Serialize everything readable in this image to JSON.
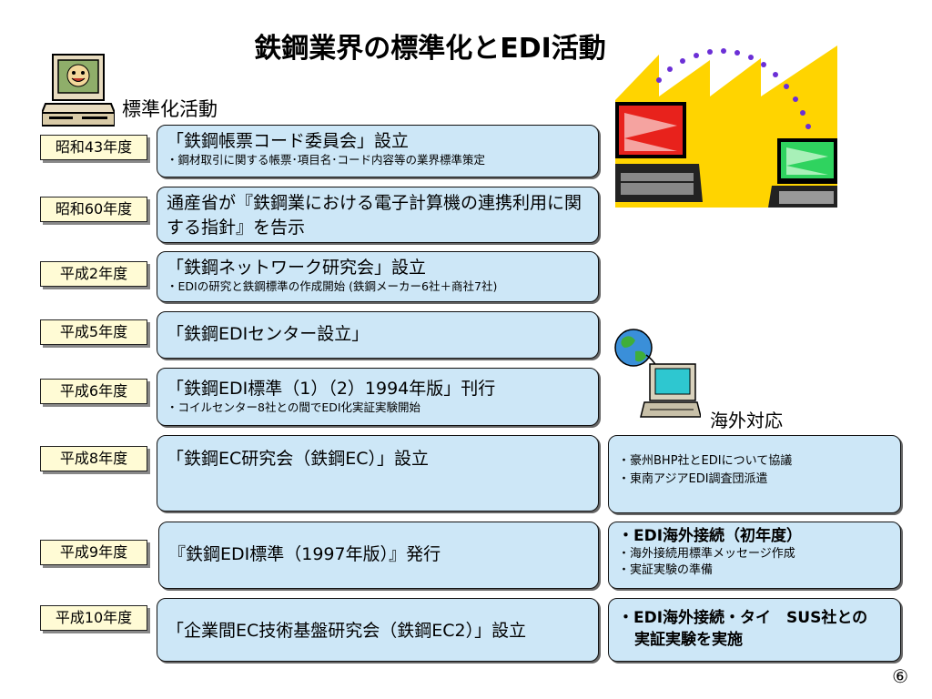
{
  "title": "鉄鋼業界の標準化とEDI活動",
  "left_heading": "標準化活動",
  "right_heading": "海外対応",
  "timeline": [
    {
      "year": "昭和43年度",
      "main": "「鉄鋼帳票コード委員会」設立",
      "sub": "・鋼材取引に関する帳票･項目名･コード内容等の業界標準策定"
    },
    {
      "year": "昭和60年度",
      "main": "通産省が『鉄鋼業における電子計算機の連携利用に関する指針』を告示",
      "sub": ""
    },
    {
      "year": "平成2年度",
      "main": "「鉄鋼ネットワーク研究会」設立",
      "sub": "・EDIの研究と鉄鋼標準の作成開始 (鉄鋼メーカー6社＋商社7社)"
    },
    {
      "year": "平成5年度",
      "main": "「鉄鋼EDIセンター設立」",
      "sub": ""
    },
    {
      "year": "平成6年度",
      "main": "「鉄鋼EDI標準（1）（2）1994年版」刊行",
      "sub": "・コイルセンター8社との間でEDI化実証実験開始"
    },
    {
      "year": "平成8年度",
      "main": "「鉄鋼EC研究会（鉄鋼EC）」設立",
      "sub": ""
    },
    {
      "year": "平成9年度",
      "main": "『鉄鋼EDI標準（1997年版）』発行",
      "sub": ""
    },
    {
      "year": "平成10年度",
      "main": "「企業間EC技術基盤研究会（鉄鋼EC2）」設立",
      "sub": ""
    }
  ],
  "overseas": [
    {
      "headline": "",
      "lines": [
        "・豪州BHP社とEDIについて協議",
        "・東南アジアEDI調査団派遣"
      ]
    },
    {
      "headline": "・EDI海外接続（初年度）",
      "lines": [
        "・海外接続用標準メッセージ作成",
        "・実証実験の準備"
      ]
    },
    {
      "headline": "・EDI海外接続・タイ　SUS社との",
      "headline2": "実証実験を実施",
      "lines": []
    }
  ],
  "page_number": "⑥",
  "icons": {
    "computer": "computer-face-icon",
    "factory": "factory-network-icon",
    "globe": "globe-computer-icon"
  }
}
